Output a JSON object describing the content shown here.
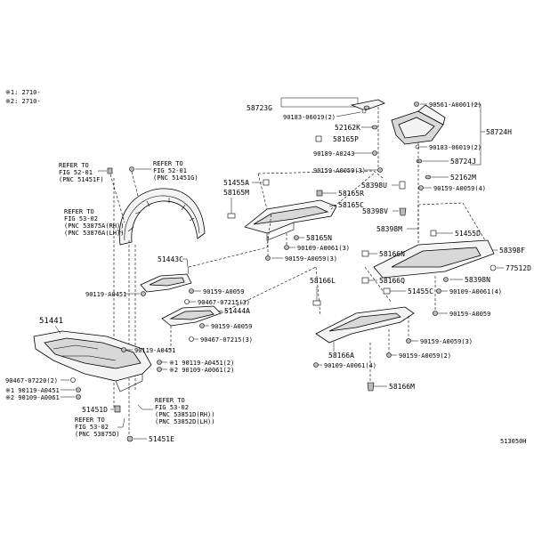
{
  "legend": {
    "line1": "※1: 2710-",
    "line2": "※2: 2710-"
  },
  "catalog_code": "513050H",
  "labels": {
    "p58723G": "58723G",
    "p90183_06019_2a": "90183-06019(2)",
    "p52162K": "52162K",
    "p58165P": "58165P",
    "p90189_A0243": "90189-A0243",
    "p90159_A0059_3a": "90159-A0059(3)",
    "p90561_A0001_2": "90561-A0001(2)",
    "p58724H": "58724H",
    "p90183_06019_2b": "90183-06019(2)",
    "p58724J": "58724J",
    "p52162M": "52162M",
    "p90159_A0059_4": "90159-A0059(4)",
    "p58398U": "58398U",
    "p51455A": "51455A",
    "p58165M": "58165M",
    "p58165R": "58165R",
    "p58165C": "58165C",
    "p58398V": "58398V",
    "p58398M": "58398M",
    "p51455D": "51455D",
    "p58398F": "58398F",
    "p58165N": "58165N",
    "p90109_A0061_3": "90109-A0061(3)",
    "p90159_A0059_3b": "90159-A0059(3)",
    "p58166N": "58166N",
    "p77512D": "77512D",
    "p58398N": "58398N",
    "p90109_A0061_4a": "90109-A0061(4)",
    "p90159_A0059a": "90159-A0059",
    "p51443C": "51443C",
    "p90119_A0451a": "90119-A0451",
    "p90159_A0059b": "90159-A0059",
    "p90467_07215_3a": "90467-07215(3)",
    "p51444A": "51444A",
    "p58166L": "58166L",
    "p58166Q": "58166Q",
    "p51455C": "51455C",
    "p90159_A0059c": "90159-A0059",
    "p90467_07215_3b": "90467-07215(3)",
    "p51441": "51441",
    "p90119_A0451b": "90119-A0451",
    "p90119_A0451_2": "※1 90119-A0451(2)",
    "p90109_A0061_2": "※2 90109-A0061(2)",
    "p90159_A0059_3c": "90159-A0059(3)",
    "p58166A": "58166A",
    "p90109_A0061_4b": "90109-A0061(4)",
    "p90159_A0059_2": "90159-A0059(2)",
    "p58166M": "58166M",
    "p90467_07220_2": "90467-07220(2)",
    "p90119_A0451c": "※1 90119-A0451",
    "p90109_A0061c": "※2 90109-A0061",
    "p51451D": "51451D",
    "p51451E": "51451E"
  },
  "refs": {
    "ref1": [
      "REFER TO",
      "FIG 52-01",
      "(PNC 51451F)"
    ],
    "ref2": [
      "REFER TO",
      "FIG 52-01",
      "(PNC 51451G)"
    ],
    "ref3": [
      "REFER TO",
      "FIG 53-02",
      "(PNC 53875A(RH))",
      "(PNC 53876A(LH))"
    ],
    "ref4": [
      "REFER TO",
      "FIG 53-02",
      "(PNC 53851D(RH))",
      "(PNC 53852D(LH))"
    ],
    "ref5": [
      "REFER TO",
      "FIG 53-02",
      "(PNC 53875D)"
    ]
  }
}
